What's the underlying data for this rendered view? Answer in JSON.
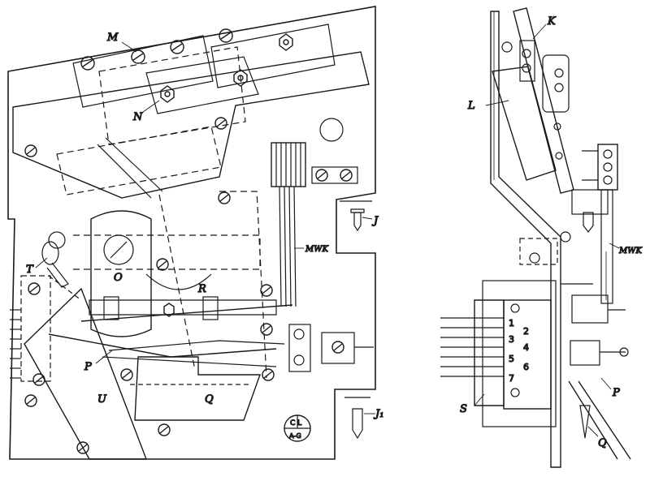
{
  "figure": {
    "left_view_labels": {
      "M": "M",
      "N": "N",
      "O": "O",
      "R": "R",
      "T": "T",
      "P": "P",
      "U": "U",
      "Q": "Q",
      "J": "J",
      "J1": "J₁",
      "MWK": "MWK"
    },
    "logo": {
      "line1": "C L",
      "line2": "A-G"
    },
    "right_view_labels": {
      "K": "K",
      "L": "L",
      "MWK": "MWK",
      "S": "S",
      "P": "P",
      "Q": "Q"
    },
    "terminal_numbers": [
      "1",
      "2",
      "3",
      "4",
      "5",
      "6",
      "7"
    ]
  }
}
